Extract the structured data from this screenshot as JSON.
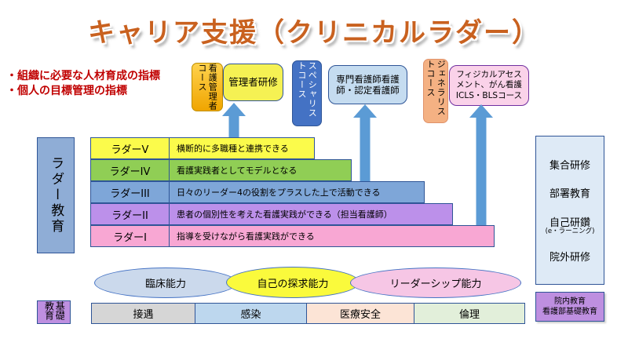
{
  "title": "キャリア支援（クリニカルラダー）",
  "bullets": {
    "line1": "・組織に必要な人材育成の指標",
    "line2": "・個人の目標管理の指標"
  },
  "courses": {
    "manager": {
      "tab": "看護管理者コース",
      "training": "管理者研修"
    },
    "specialist": {
      "tab": "スペシャリストコース",
      "line1": "専門看護師看護",
      "line2": "師・認定看護師"
    },
    "generalist": {
      "tab": "ジェネラリストコース",
      "line1": "フィジカルアセス",
      "line2": "メント、がん看護",
      "line3": "ICLS・BLSコース"
    }
  },
  "ladder": {
    "side_label": "ラダー教育",
    "rows": [
      {
        "level": "ラダーV",
        "desc": "横断的に多職種と連携できる"
      },
      {
        "level": "ラダーIV",
        "desc": "看護実践者としてモデルとなる"
      },
      {
        "level": "ラダーIII",
        "desc": "日々のリーダー4の役割をプラスした上で活動できる"
      },
      {
        "level": "ラダーII",
        "desc": "患者の個別性を考えた看護実践ができる（担当看護師）"
      },
      {
        "level": "ラダーI",
        "desc": "指導を受けながら看護実践ができる"
      }
    ]
  },
  "training_box": {
    "item1": "集合研修",
    "item2": "部署教育",
    "item3": "自己研鑽",
    "item3_sub": "(e・ラーニング)",
    "item4": "院外研修"
  },
  "abilities": {
    "clinical": "臨床能力",
    "self": "自己の探求能力",
    "leadership": "リーダーシップ能力"
  },
  "base": {
    "side_label": "基礎教育",
    "segments": [
      "接遇",
      "感染",
      "医療安全",
      "倫理"
    ],
    "note_line1": "院内教育",
    "note_line2": "看護部基礎教育"
  },
  "colors": {
    "title_orange": "#C9611F",
    "note_red": "#C00000",
    "arrow_blue": "#5B9BD5",
    "ladder_v": "#FBFB4B",
    "ladder_iv": "#90CE55",
    "ladder_iii": "#7EA6D8",
    "ladder_ii": "#BC90EA",
    "ladder_i": "#F8A7D3",
    "tab_manager_gold": "#F0A500",
    "tab_specialist_blue": "#4472C4",
    "tab_generalist_salmon": "#F4B183",
    "box_specialist_lightblue": "#C5DCF0",
    "box_generalist_pink": "#FAD2E9",
    "training_box_bg": "#DEEAF6",
    "purple_box": "#BE8FE0",
    "seg_settsugu": "#D6D6D6",
    "seg_kansen": "#BDD7EE",
    "seg_anzen": "#FCE4D6",
    "seg_rinri": "#E2EFDA"
  }
}
